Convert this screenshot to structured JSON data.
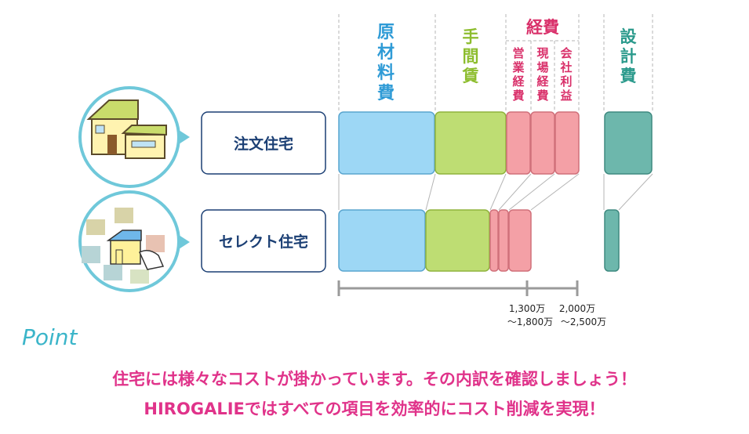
{
  "labels": {
    "materials": "原材料費",
    "labor": "手間賃",
    "expenses": "経費",
    "sales_expenses": "営業経費",
    "site_expenses": "現場経費",
    "company_profit": "会社利益",
    "design_fee": "設計費"
  },
  "rows": {
    "custom_home": "注文住宅",
    "select_home": "セレクト住宅"
  },
  "scale": {
    "tick1_line1": "1,300万",
    "tick1_line2": "～1,800万",
    "tick2_line1": "2,000万",
    "tick2_line2": "～2,500万"
  },
  "point_label": "Point",
  "message": {
    "line1": "住宅には様々なコストが掛かっています。その内訳を確認しましょう！",
    "line2": "HIROGALIEではすべての項目を効率的にコスト削減を実現！"
  },
  "colors": {
    "materials": "#9dd7f5",
    "labor": "#bedd73",
    "expenses": "#f4a0a6",
    "design": "#6db7ac",
    "materials_label": "#2f9bd6",
    "labor_label": "#8dbd2e",
    "expenses_label": "#d9306a",
    "design_label": "#2b9a8c",
    "row_label": "#1b3f74"
  }
}
